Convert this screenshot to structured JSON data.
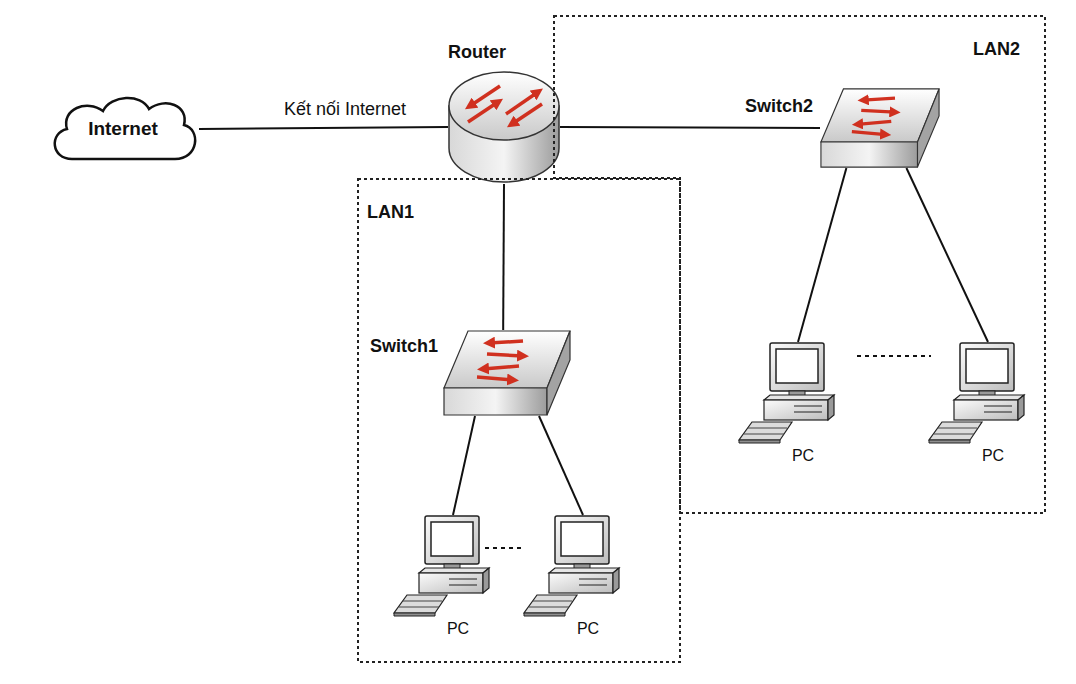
{
  "diagram": {
    "nodes": [
      {
        "text": [
          "Internet"
        ]
      },
      {
        "text": [
          "Router"
        ]
      },
      {
        "text": [
          "LAN2"
        ]
      },
      {
        "text": [
          "Switch2"
        ],
        "in": 2
      },
      {
        "text": [
          "LAN1"
        ]
      },
      {
        "text": [
          "Switch1"
        ],
        "in": 4
      },
      {
        "text": [
          "PC"
        ],
        "in": 2
      },
      {
        "text": [
          "PC"
        ],
        "in": 2
      },
      {
        "text": [
          "PC"
        ],
        "in": 4
      },
      {
        "text": [
          "PC"
        ],
        "in": 4
      }
    ],
    "edges": [
      {
        "from": 0,
        "to": 1,
        "label": "Kết nối Internet",
        "arrow": "none"
      },
      {
        "from": 1,
        "to": 3,
        "arrow": "none"
      },
      {
        "from": 1,
        "to": 5,
        "arrow": "none"
      },
      {
        "from": 3,
        "to": 6,
        "arrow": "none"
      },
      {
        "from": 3,
        "to": 7,
        "arrow": "none"
      },
      {
        "from": 5,
        "to": 8,
        "arrow": "none"
      },
      {
        "from": 5,
        "to": 9,
        "arrow": "none"
      }
    ]
  }
}
